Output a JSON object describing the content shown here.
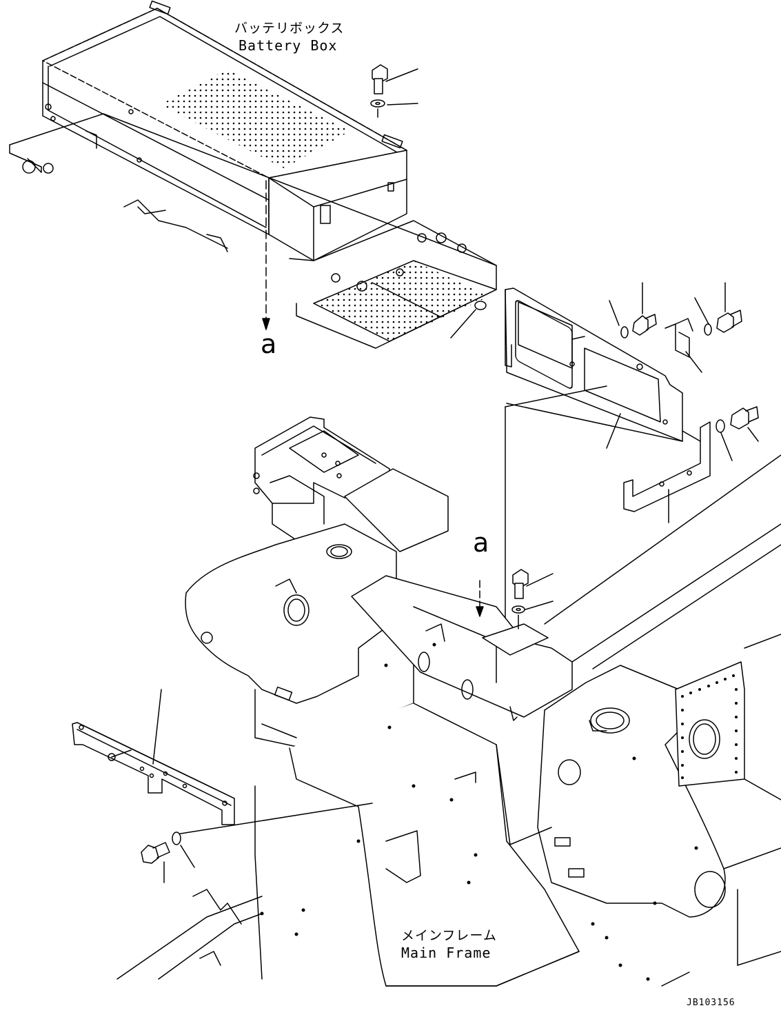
{
  "labels": {
    "battery_box_jp": "バッテリボックス",
    "battery_box_en": "Battery Box",
    "main_frame_jp": "メインフレーム",
    "main_frame_en": "Main Frame",
    "ref_a_upper": "a",
    "ref_a_lower": "a",
    "drawing_code": "JB103156"
  },
  "colors": {
    "line": "#000000",
    "background": "#ffffff"
  }
}
